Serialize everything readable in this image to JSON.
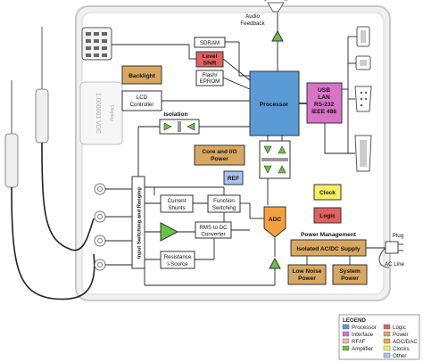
{
  "blocks": {
    "audio_feedback": "Audio\nFeedback",
    "sdram": "SDRAM",
    "level_shift": "Level\nShift",
    "flash_eprom": "Flash/\nEPROM",
    "backlight": "Backlight",
    "lcd_controller": "LCD\nController",
    "isolation": "Isolation",
    "processor": "Processor",
    "usb_lan": "USB\nLAN\nRS-232\nIEEE 488",
    "core_io_power": "Core and I/O\nPower",
    "ref": "REF",
    "clock": "Clock",
    "logic": "Logic",
    "current_shunts": "Current\nShunts",
    "function_switching": "Function\nSwitching",
    "rms_dc": "RMS to DC\nConverter",
    "resistance": "Resistance\nI-Source",
    "input_switching": "Input Switching and Ranging",
    "adc": "ADC",
    "power_management": "Power Management",
    "isolated_acdc": "Isolated AC/DC Supply",
    "low_noise_power": "Low Noise\nPower",
    "system_power": "System\nPower",
    "plug": "Plug",
    "ac_line": "AC Line",
    "display_reading": "1.000001 VDC",
    "display_label": "Display"
  },
  "legend": {
    "title": "LEGEND",
    "items": [
      {
        "label": "Processor",
        "color": "#5b9bd5"
      },
      {
        "label": "Interface",
        "color": "#d873c8"
      },
      {
        "label": "RF/IF",
        "color": "#f2b6b6"
      },
      {
        "label": "Amplifier",
        "color": "#6cc04a"
      },
      {
        "label": "Logic",
        "color": "#e26060"
      },
      {
        "label": "Power",
        "color": "#d8a860"
      },
      {
        "label": "ADC/DAC",
        "color": "#f4a040"
      },
      {
        "label": "Clocks",
        "color": "#f5f060"
      },
      {
        "label": "Other",
        "color": "#a8c4ef"
      }
    ]
  },
  "colors": {
    "processor": "#5b9bd5",
    "interface": "#d873c8",
    "logic": "#e26060",
    "power": "#d8a860",
    "adc": "#f4a040",
    "clock": "#f5f060",
    "other": "#a8c4ef",
    "amplifier": "#6cc04a"
  }
}
